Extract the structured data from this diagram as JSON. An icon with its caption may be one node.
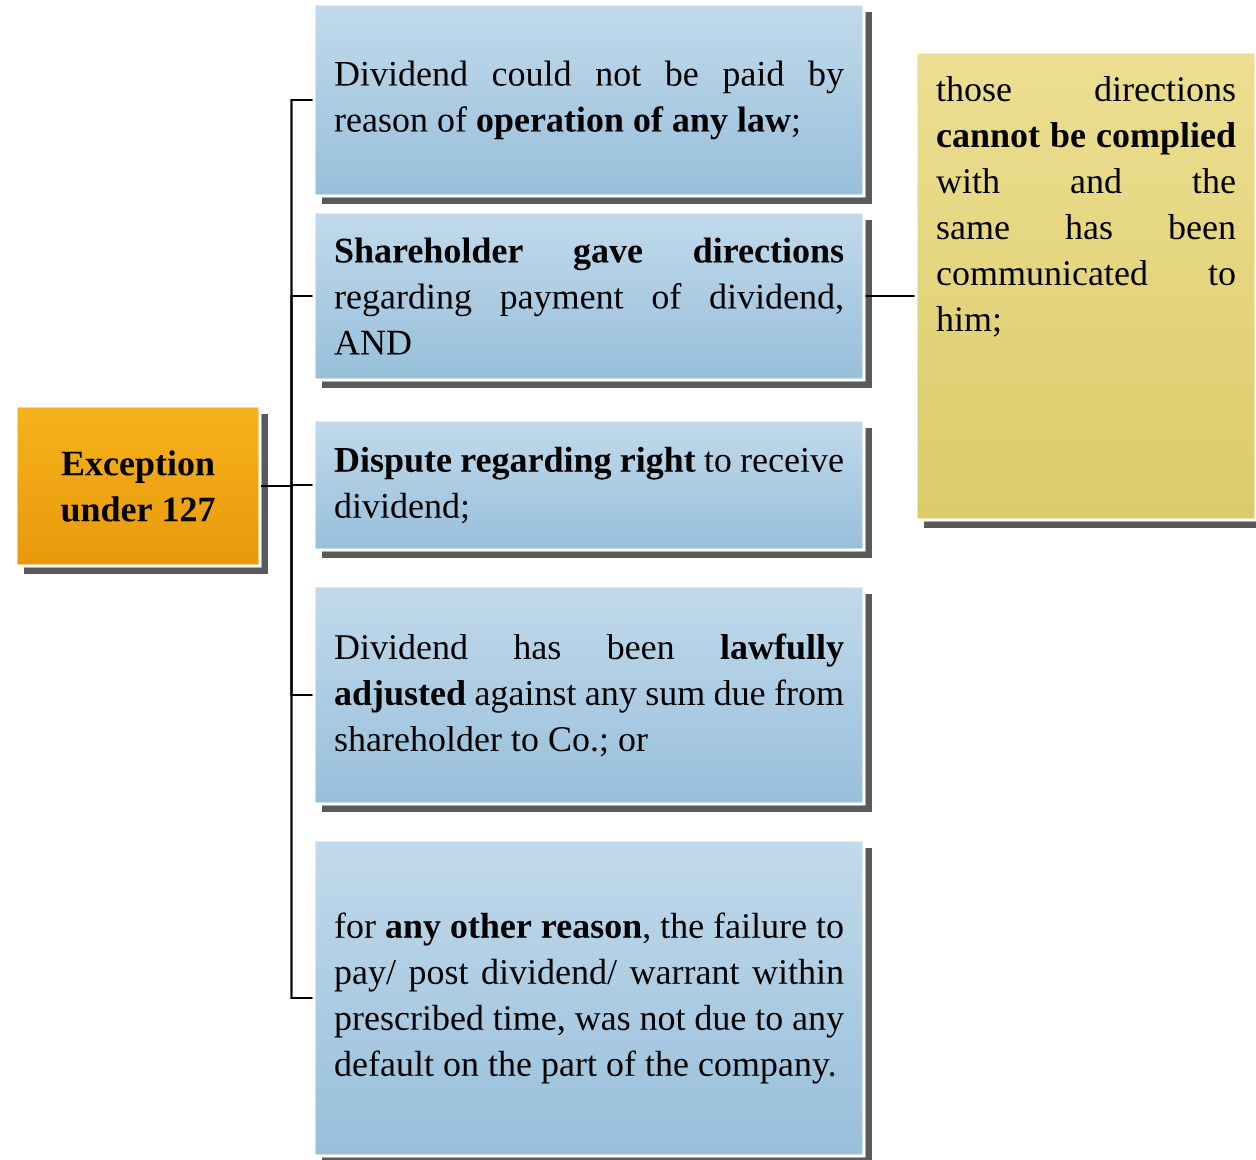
{
  "diagram": {
    "nodes": [
      {
        "text": [
          "**Exception under 127**"
        ]
      },
      {
        "text": [
          "Dividend could not be paid by reason of **operation of any law**;"
        ]
      },
      {
        "text": [
          "**Shareholder gave directions** regarding payment of dividend, AND"
        ]
      },
      {
        "text": [
          "**Dispute regarding right** to receive dividend;"
        ]
      },
      {
        "text": [
          "Dividend has been **lawfully adjusted** against any sum due from shareholder to Co.; or"
        ]
      },
      {
        "text": [
          "for **any other reason**, the failure to pay/ post dividend/ warrant within prescribed time, was not due to any default on the part of the company."
        ]
      },
      {
        "text": [
          "those directions **cannot be complied** with and the same has been communicated to him;"
        ]
      }
    ],
    "edges": [
      {
        "from": 0,
        "to": 1,
        "arrow": "none"
      },
      {
        "from": 0,
        "to": 2,
        "arrow": "none"
      },
      {
        "from": 0,
        "to": 3,
        "arrow": "none"
      },
      {
        "from": 0,
        "to": 4,
        "arrow": "none"
      },
      {
        "from": 0,
        "to": 5,
        "arrow": "none"
      },
      {
        "from": 2,
        "to": 6,
        "arrow": "none"
      }
    ]
  }
}
